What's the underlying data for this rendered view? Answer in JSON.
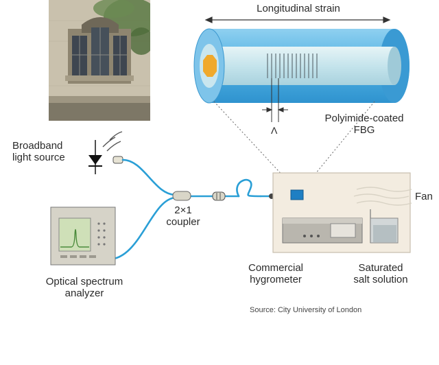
{
  "labels": {
    "longitudinal_strain": "Longitudinal strain",
    "polyimide_coated_fbg": [
      "Polyimide-coated",
      "FBG"
    ],
    "lambda_symbol": "Λ",
    "broadband_light_source": [
      "Broadband",
      "light source"
    ],
    "coupler": [
      "2×1",
      "coupler"
    ],
    "fan": "Fan",
    "optical_spectrum_analyzer": [
      "Optical spectrum",
      "analyzer"
    ],
    "commercial_hygrometer": [
      "Commercial",
      "hygrometer"
    ],
    "saturated_salt_solution": [
      "Saturated",
      "salt solution"
    ],
    "source": "Source: City University of London"
  },
  "colors": {
    "fiber": "#2a9fd6",
    "cylinder_outer": "#5cb8e6",
    "cylinder_inner": "#bfe1ec",
    "chamber": "#f3ece0",
    "osa_screen": "#cfe0b8"
  }
}
